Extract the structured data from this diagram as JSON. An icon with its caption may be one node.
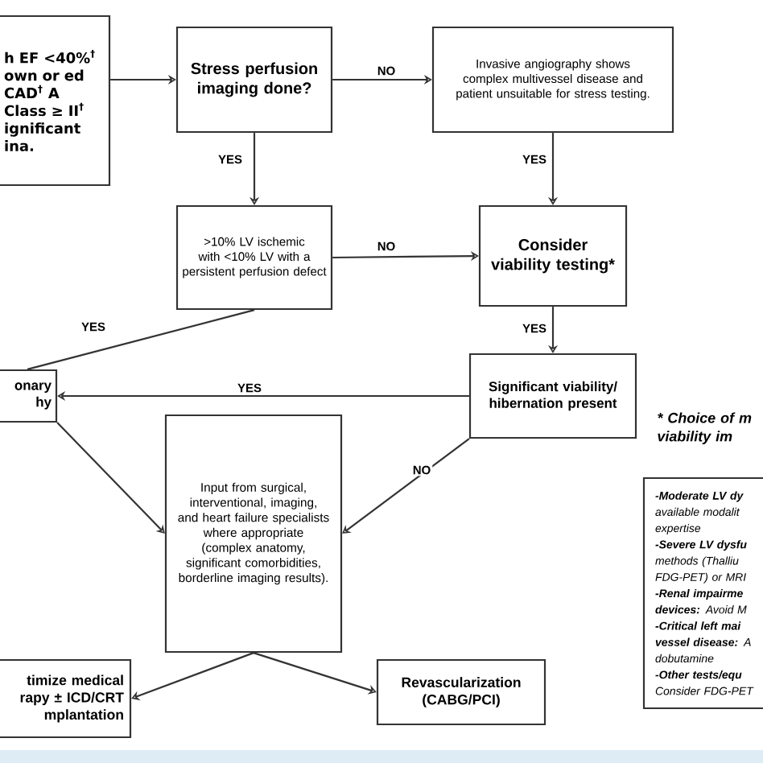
{
  "diagram": {
    "nodes": [
      {
        "text": [
          "h EF <40%$^{†}$ own or ed CAD$^{†}$ A Class ≥ II$^{†}$ ignificant ina."
        ]
      },
      {
        "text": [
          "Stress perfusion imaging done?"
        ]
      },
      {
        "text": [
          "Invasive angiography shows complex multivessel disease and patient unsuitable for stress testing."
        ]
      },
      {
        "text": [
          ">10% LV ischemic with <10% LV with a persistent perfusion defect"
        ]
      },
      {
        "text": [
          "Consider viability testing*"
        ]
      },
      {
        "text": [
          "Significant viability/ hibernation present"
        ]
      },
      {
        "text": [
          "onary hy"
        ]
      },
      {
        "text": [
          "Input from surgical, interventional, imaging, and heart failure specialists where appropriate (complex anatomy, significant comorbidities, borderline imaging results)."
        ]
      },
      {
        "text": [
          "timize medical rapy ± ICD/CRT mplantation"
        ]
      },
      {
        "text": [
          "Revascularization (CABG/PCI)"
        ]
      },
      {
        "text": [
          "* Choice of m viability im",
          "**-Moderate LV dy** available modalit expertise",
          "**-Severe LV dysfu** methods (Thalliu FDG-PET) or MRI",
          "**-Renal impairme devices:** Avoid M",
          "**-Critical left mai vessel disease:** A dobutamine",
          "**-Other tests/equ** Consider FDG-PET"
        ]
      }
    ],
    "edges": [
      {
        "from": 0,
        "to": 1,
        "arrow": "to"
      },
      {
        "from": 1,
        "to": 2,
        "arrow": "to",
        "label": "NO"
      },
      {
        "from": 2,
        "to": 4,
        "arrow": "to",
        "label": "YES"
      },
      {
        "from": 1,
        "to": 3,
        "arrow": "to",
        "label": "YES"
      },
      {
        "from": 3,
        "to": 4,
        "arrow": "to",
        "label": "NO"
      },
      {
        "from": 3,
        "to": 6,
        "arrow": "none",
        "label": "YES"
      },
      {
        "from": 4,
        "to": 5,
        "arrow": "to",
        "label": "YES"
      },
      {
        "from": 5,
        "to": 6,
        "arrow": "to",
        "label": "YES"
      },
      {
        "from": 6,
        "to": 7,
        "arrow": "to"
      },
      {
        "from": 5,
        "to": 7,
        "arrow": "to",
        "label": "NO"
      },
      {
        "from": 7,
        "to": 8,
        "arrow": "to"
      },
      {
        "from": 7,
        "to": 9,
        "arrow": "to"
      }
    ]
  }
}
